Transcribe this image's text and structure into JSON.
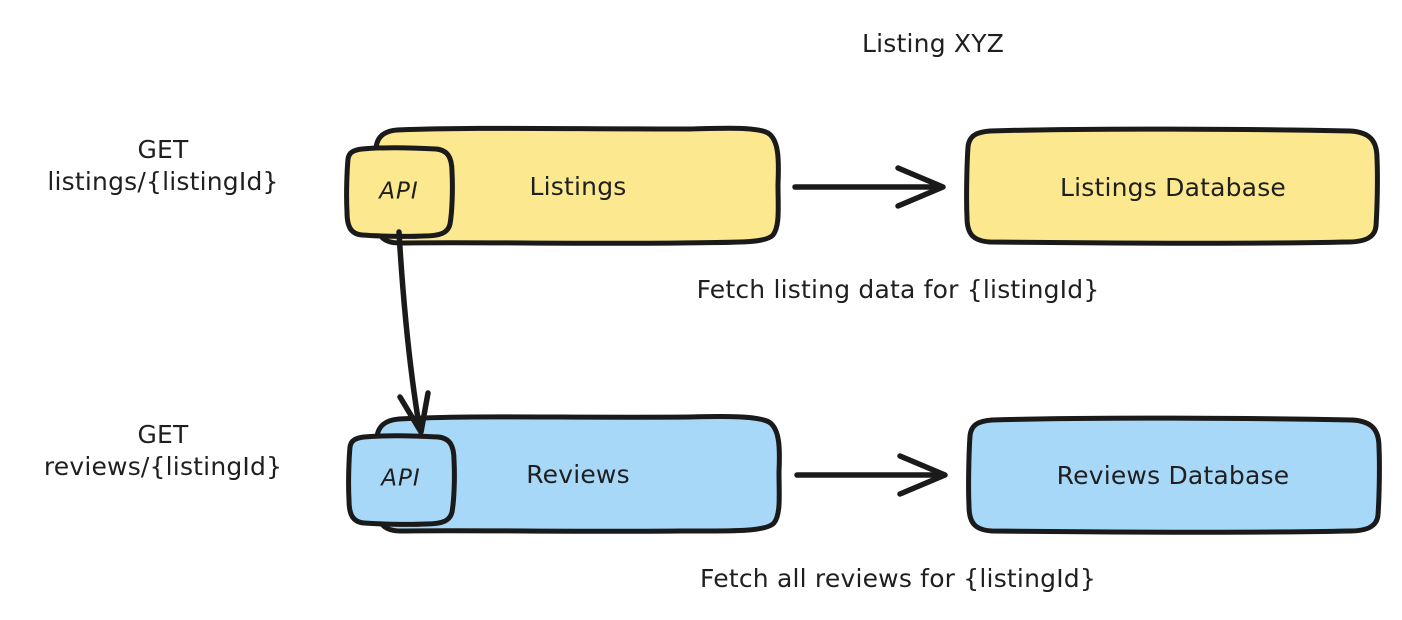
{
  "title": "Listing XYZ",
  "colors": {
    "listings_fill": "#FBE88F",
    "reviews_fill": "#A8D8F7",
    "stroke": "#1a1a1a",
    "background": "#FFFFFF",
    "text": "#1f1f1f"
  },
  "rows": [
    {
      "id": "listings",
      "endpoint_method": "GET",
      "endpoint_path": "listings/{listingId}",
      "badge_label": "API",
      "service_label": "Listings",
      "database_label": "Listings Database",
      "arrow_caption": "Fetch listing data for {listingId}",
      "fill": "#FBE88F"
    },
    {
      "id": "reviews",
      "endpoint_method": "GET",
      "endpoint_path": "reviews/{listingId}",
      "badge_label": "API",
      "service_label": "Reviews",
      "database_label": "Reviews Database",
      "arrow_caption": "Fetch all reviews for {listingId}",
      "fill": "#A8D8F7"
    }
  ],
  "connectors": [
    {
      "name": "listings-to-listings-db",
      "from": "Listings",
      "to": "Listings Database",
      "direction": "right"
    },
    {
      "name": "reviews-to-reviews-db",
      "from": "Reviews",
      "to": "Reviews Database",
      "direction": "right"
    },
    {
      "name": "listings-api-to-reviews-api",
      "from": "Listings API",
      "to": "Reviews API",
      "direction": "down"
    }
  ]
}
